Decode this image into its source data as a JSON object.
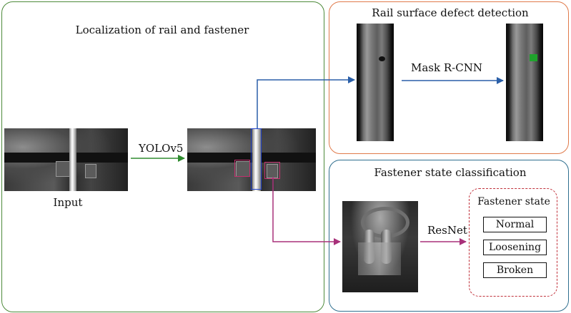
{
  "panels": {
    "localization": {
      "title": "Localization of rail and fastener",
      "color": "#4d8a3a"
    },
    "rail_defect": {
      "title": "Rail surface defect detection",
      "color": "#e07a4a"
    },
    "fastener": {
      "title": "Fastener state classification",
      "color": "#2f6f8f"
    }
  },
  "labels": {
    "input": "Input",
    "yolo": "YOLOv5",
    "mask_rcnn": "Mask R-CNN",
    "resnet": "ResNet"
  },
  "fastener_state": {
    "title": "Fastener state",
    "options": [
      "Normal",
      "Loosening",
      "Broken"
    ],
    "border_color": "#c0303a"
  },
  "arrow_colors": {
    "yolo": "#2e8b2e",
    "rail": "#2a5fa8",
    "fastener": "#a8317a"
  }
}
